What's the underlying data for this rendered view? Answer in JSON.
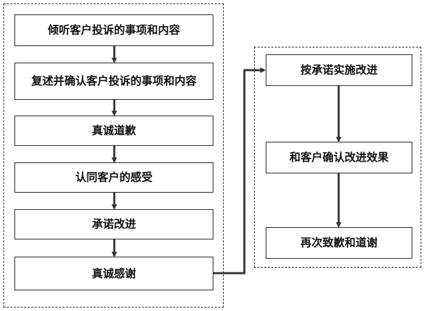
{
  "left_steps": [
    "倾听客户投诉的事项和内容",
    "复述并确认客户投诉的事项和内容",
    "真诚道歉",
    "认同客户的感受",
    "承诺改进",
    "真诚感谢"
  ],
  "right_steps": [
    "按承诺实施改进",
    "和客户确认改进效果",
    "再次致歉和道谢"
  ],
  "colors": {
    "line": "#333333",
    "border": "#222222"
  }
}
